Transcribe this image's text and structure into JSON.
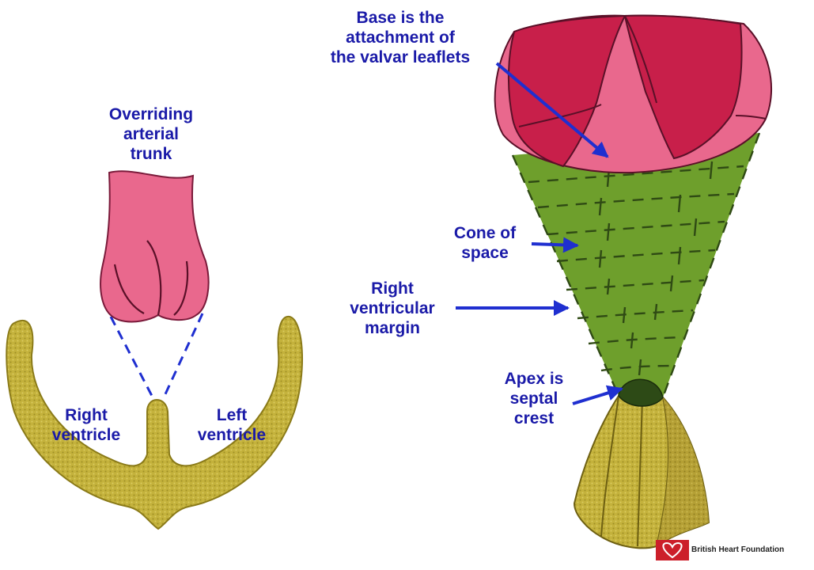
{
  "colors": {
    "label_text": "#1a1aa8",
    "arrow": "#1f2fd0",
    "muscle_fill": "#c4b23c",
    "muscle_stroke": "#8a7a18",
    "trunk_fill": "#e9688d",
    "leaflet_fill": "#c81f4a",
    "cone_fill": "#6e9f2c",
    "cone_dash": "#2f4a14",
    "apex_fill": "#2d4a16",
    "logo_red": "#cc1f2a"
  },
  "labels": {
    "overriding_trunk": [
      "Overriding",
      "arterial",
      "trunk"
    ],
    "right_ventricle": [
      "Right",
      "ventricle"
    ],
    "left_ventricle": [
      "Left",
      "ventricle"
    ],
    "base": [
      "Base is the",
      "attachment of",
      "the valvar leaflets"
    ],
    "cone_of_space": [
      "Cone of",
      "space"
    ],
    "rv_margin": [
      "Right",
      "ventricular",
      "margin"
    ],
    "apex": [
      "Apex is",
      "septal",
      "crest"
    ]
  },
  "logo": {
    "icon": "heart-icon",
    "text": "British Heart Foundation"
  }
}
